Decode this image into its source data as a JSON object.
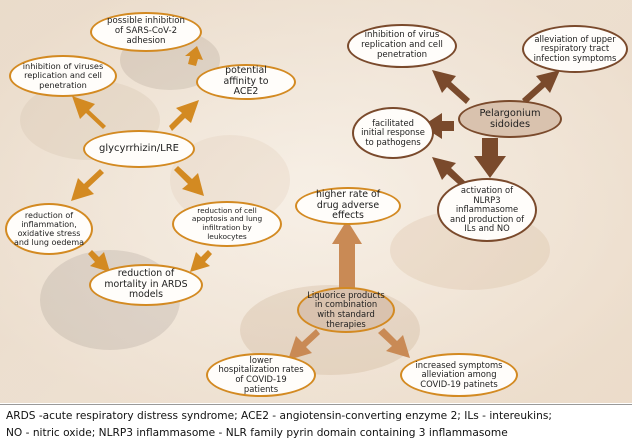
{
  "nodes": {
    "sars_cov_2": "possible inhibition of SARS-CoV-2 adhesion",
    "inhibition_replication_left": "inhibition of viruses replication and cell penetration",
    "ace2": "potential affinity to ACE2",
    "glycyrrhizin": "glycyrrhizin/LRE",
    "reduction_inflammation": "reduction of inflammation, oxidative stress and lung oedema",
    "reduction_apoptosis": "reduction of cell apoptosis and lung infiltration by leukocytes",
    "reduction_mortality": "reduction of mortality in ARDS models",
    "drug_adverse": "higher rate of drug adverse effects",
    "liquorice": "Liquorice products in combination with standard therapies",
    "hospitalization": "lower hospitalization rates of COVID-19 patients",
    "symptoms": "increased symptoms alleviation among COVID-19 patinets",
    "inhibition_replication_right": "inhibition of virus replication and cell penetration",
    "upper_respiratory": "alleviation of upper respiratory tract infection symptoms",
    "pelargonium": "Pelargonium sidoides",
    "facilitated": "facilitated initial response to pathogens",
    "nlrp3": "activation of NLRP3 inflammasome and production of ILs and NO"
  },
  "caption": {
    "line1": "ARDS -acute respiratory distress syndrome; ACE2 - angiotensin-converting enzyme 2; ILs - intereukins;",
    "line2": "NO - nitric oxide; NLRP3 inflammasome - NLR family pyrin domain containing 3 inflammasome"
  },
  "colors": {
    "orange": "#d38a22",
    "brown": "#7a4a2c",
    "hub_fill": "#d9c2ae",
    "tan_arrow": "#c98a55"
  }
}
